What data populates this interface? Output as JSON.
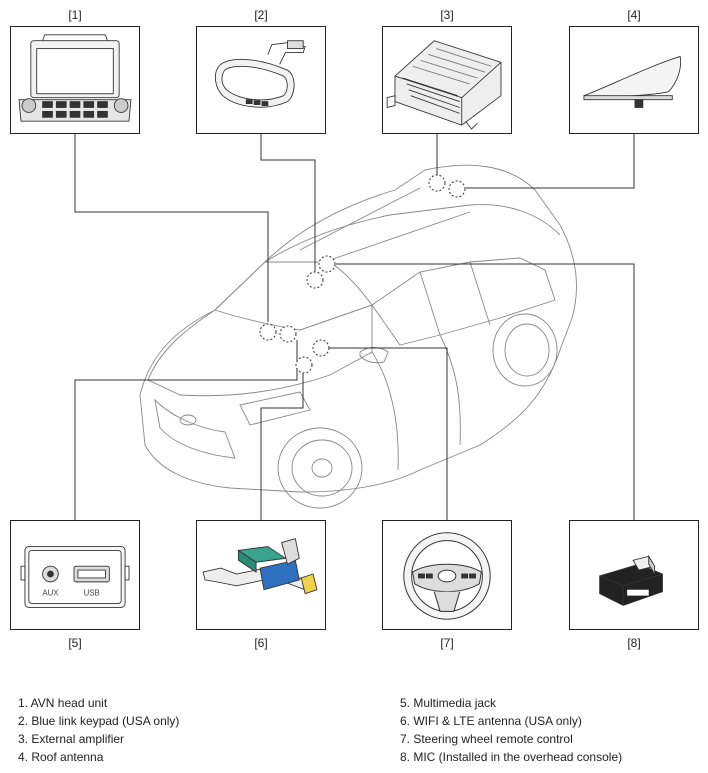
{
  "labels": [
    "[1]",
    "[2]",
    "[3]",
    "[4]",
    "[5]",
    "[6]",
    "[7]",
    "[8]"
  ],
  "jack": {
    "aux": "AUX",
    "usb": "USB"
  },
  "legend": {
    "left": [
      "1. AVN head unit",
      "2. Blue link keypad (USA only)",
      "3. External amplifier",
      "4. Roof antenna"
    ],
    "right": [
      "5. Multimedia jack",
      "6. WIFI & LTE antenna (USA only)",
      "7. Steering wheel remote control",
      "8. MIC (Installed in the overhead console)"
    ]
  }
}
